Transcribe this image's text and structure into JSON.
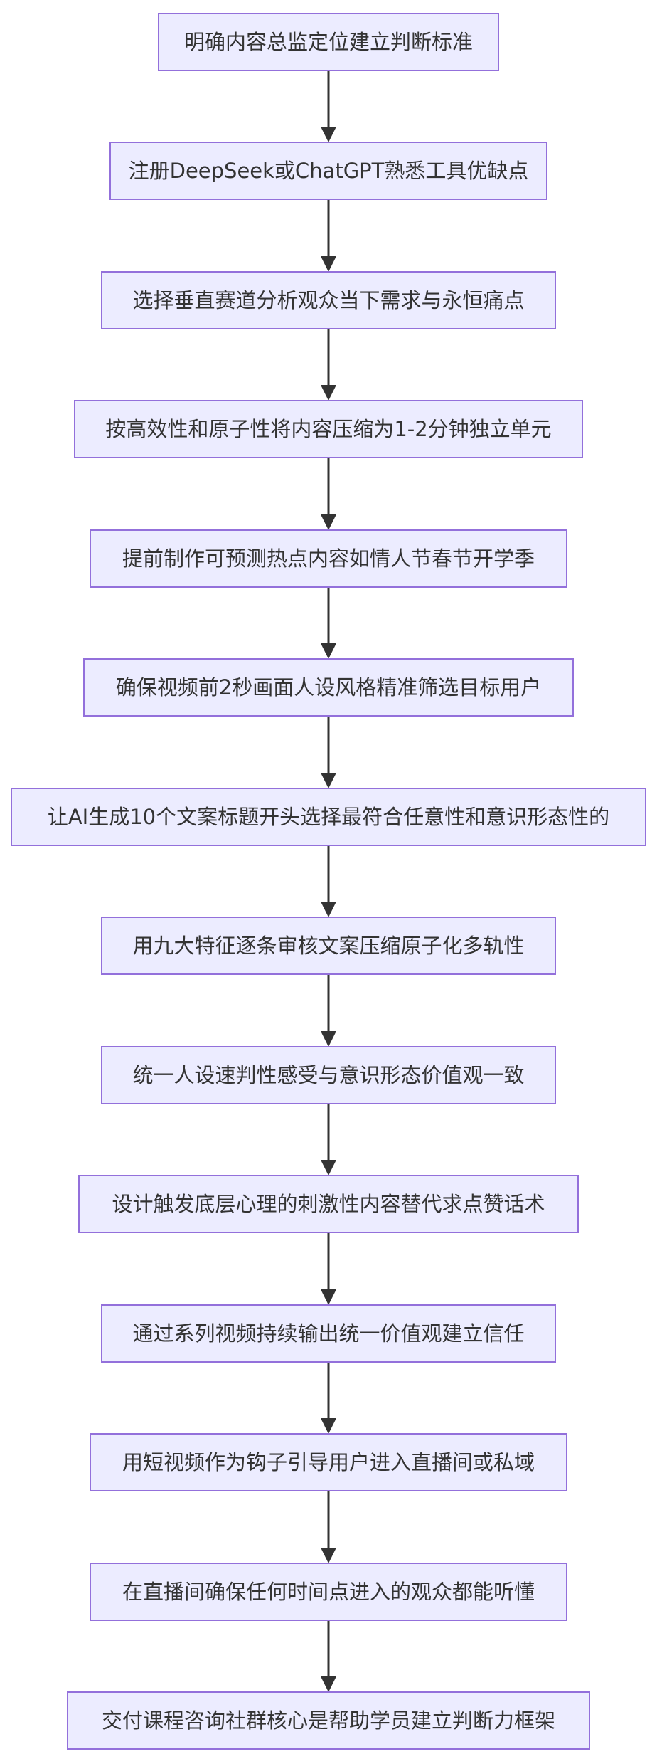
{
  "flowchart": {
    "steps": [
      {
        "id": "s1",
        "label": "明确内容总监定位建立判断标准"
      },
      {
        "id": "s2",
        "label": "注册DeepSeek或ChatGPT熟悉工具优缺点"
      },
      {
        "id": "s3",
        "label": "选择垂直赛道分析观众当下需求与永恒痛点"
      },
      {
        "id": "s4",
        "label": "按高效性和原子性将内容压缩为1-2分钟独立单元"
      },
      {
        "id": "s5",
        "label": "提前制作可预测热点内容如情人节春节开学季"
      },
      {
        "id": "s6",
        "label": "确保视频前2秒画面人设风格精准筛选目标用户"
      },
      {
        "id": "s7",
        "label": "让AI生成10个文案标题开头选择最符合任意性和意识形态性的"
      },
      {
        "id": "s8",
        "label": "用九大特征逐条审核文案压缩原子化多轨性"
      },
      {
        "id": "s9",
        "label": "统一人设速判性感受与意识形态价值观一致"
      },
      {
        "id": "s10",
        "label": "设计触发底层心理的刺激性内容替代求点赞话术"
      },
      {
        "id": "s11",
        "label": "通过系列视频持续输出统一价值观建立信任"
      },
      {
        "id": "s12",
        "label": "用短视频作为钩子引导用户进入直播间或私域"
      },
      {
        "id": "s13",
        "label": "在直播间确保任何时间点进入的观众都能听懂"
      },
      {
        "id": "s14",
        "label": "交付课程咨询社群核心是帮助学员建立判断力框架"
      }
    ],
    "colors": {
      "node_fill": "#ececff",
      "node_stroke": "#9370db",
      "text": "#333333",
      "arrow": "#333333"
    }
  }
}
